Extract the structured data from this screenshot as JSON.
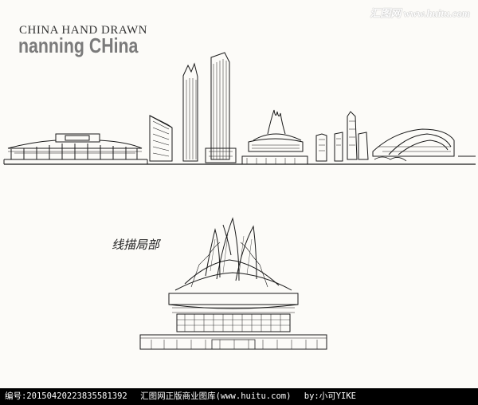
{
  "header": {
    "subtitle": "CHINA HAND DRAWN",
    "title": "nanning CHina"
  },
  "watermark": {
    "text": "汇图网 www.huitu.com"
  },
  "detail": {
    "label": "线描局部"
  },
  "footer": {
    "id_text": "编号:20150420223835581392",
    "site_text": "汇图网正版商业图库(www.huitu.com)",
    "author_text": "by:小可YIKE"
  },
  "colors": {
    "ink": "#1a1a1a",
    "background": "#fcfbf8",
    "title_grey": "#7a7a7a"
  }
}
